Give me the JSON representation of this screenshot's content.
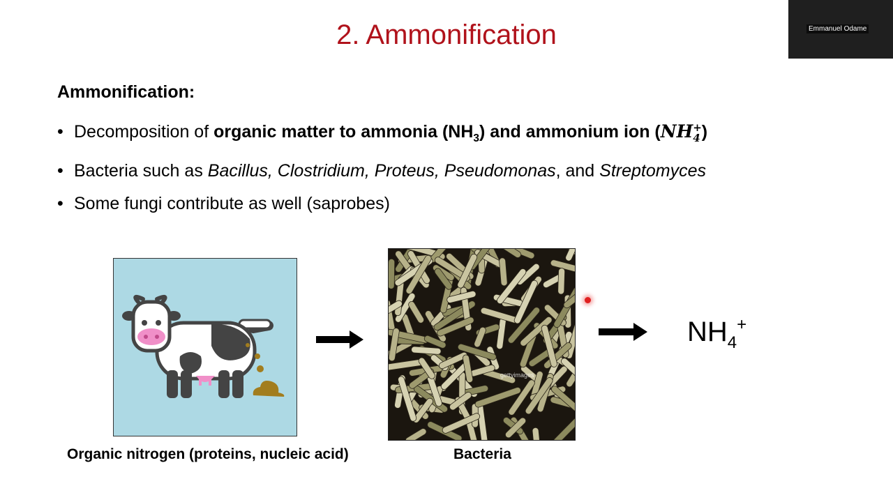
{
  "slide": {
    "title": "2. Ammonification",
    "heading": "Ammonification:",
    "bullet1": {
      "t1": "Decomposition of ",
      "b1": "organic matter to ammonia (NH",
      "b1sub": "3",
      "b2": ") and ammonium ion (",
      "m1": "NH",
      "m1sub": "4",
      "m1sup": "+",
      "b3": ")"
    },
    "bullet2": {
      "t1": "Bacteria such as ",
      "i1": "Bacillus, Clostridium, Proteus, Pseudomonas",
      "t2": ", and ",
      "i2": "Streptomyces"
    },
    "bullet3": {
      "t1": "Some fungi contribute as well (saprobes)"
    },
    "caption_cow": "Organic nitrogen (proteins, nucleic acid)",
    "caption_bacteria": "Bacteria",
    "product": {
      "base": "NH",
      "sub": "4",
      "sup": "+"
    },
    "watermark": "gettyimages"
  },
  "meeting": {
    "participant_name": "Emmanuel Odame"
  },
  "colors": {
    "title": "#b0121b",
    "cow_bg": "#add9e4",
    "laser": "#e02020"
  }
}
